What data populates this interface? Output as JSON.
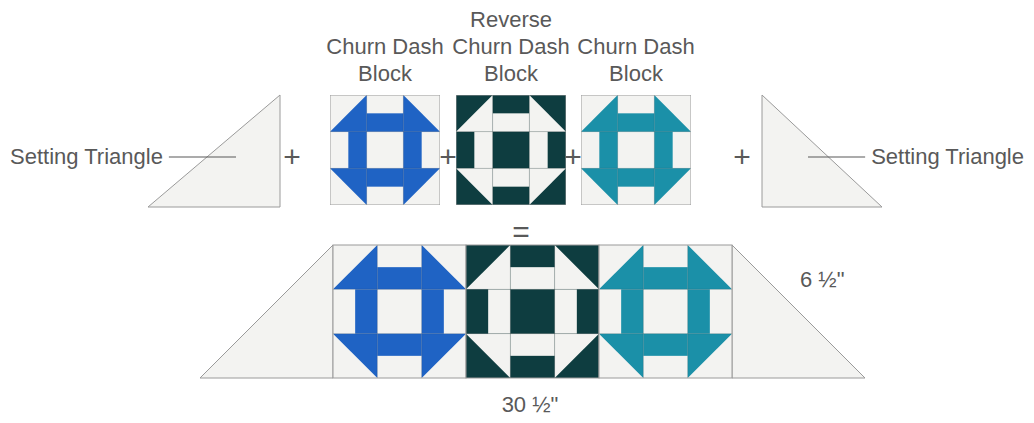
{
  "diagram": {
    "nodes": [
      {
        "text": [
          "Churn Dash Block"
        ]
      },
      {
        "text": [
          "Reverse Churn Dash Block"
        ]
      },
      {
        "text": [
          "Churn Dash Block"
        ]
      }
    ],
    "labels": [
      "Setting Triangle",
      "+",
      "+",
      "+",
      "+",
      "Setting Triangle",
      "=",
      "6 ½\"",
      "30 ½\""
    ]
  }
}
